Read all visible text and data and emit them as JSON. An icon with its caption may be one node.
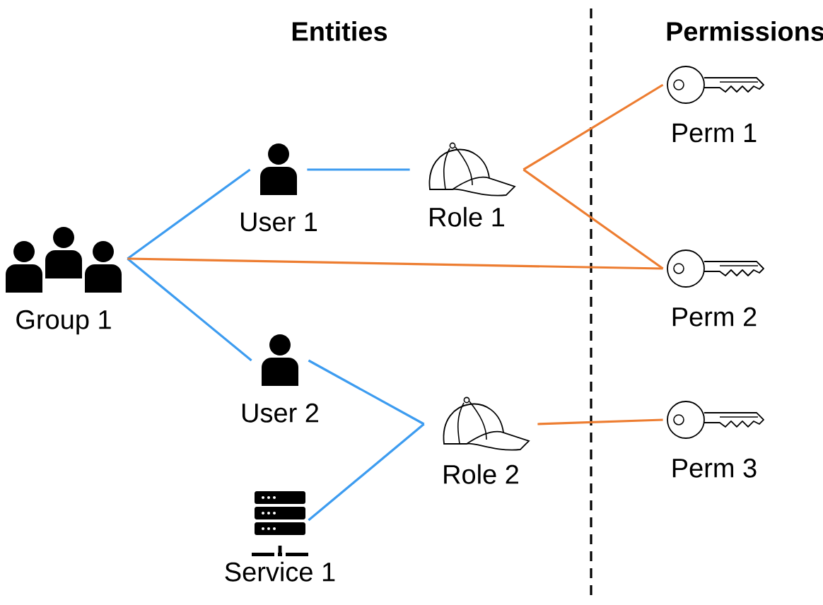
{
  "diagram": {
    "nodes": [
      {
        "text": [
          "Group 1"
        ]
      },
      {
        "text": [
          "User 1"
        ]
      },
      {
        "text": [
          "Role 1"
        ]
      },
      {
        "text": [
          "User 2"
        ]
      },
      {
        "text": [
          "Service 1"
        ]
      },
      {
        "text": [
          "Role 2"
        ]
      },
      {
        "text": [
          "Perm 1"
        ]
      },
      {
        "text": [
          "Perm 2"
        ]
      },
      {
        "text": [
          "Perm 3"
        ]
      }
    ],
    "edges": [
      {
        "from": 0,
        "to": 1,
        "arrow": "none"
      },
      {
        "from": 0,
        "to": 3,
        "arrow": "none"
      },
      {
        "from": 1,
        "to": 2,
        "arrow": "none"
      },
      {
        "from": 3,
        "to": 5,
        "arrow": "none"
      },
      {
        "from": 4,
        "to": 5,
        "arrow": "none"
      },
      {
        "from": 0,
        "to": 7,
        "arrow": "none",
        "color": "#ed7d31"
      },
      {
        "from": 2,
        "to": 6,
        "arrow": "none",
        "color": "#ed7d31"
      },
      {
        "from": 2,
        "to": 7,
        "arrow": "none",
        "color": "#ed7d31"
      },
      {
        "from": 5,
        "to": 8,
        "arrow": "none",
        "color": "#ed7d31"
      }
    ],
    "labels": [
      "Entities",
      "Permissions"
    ]
  }
}
